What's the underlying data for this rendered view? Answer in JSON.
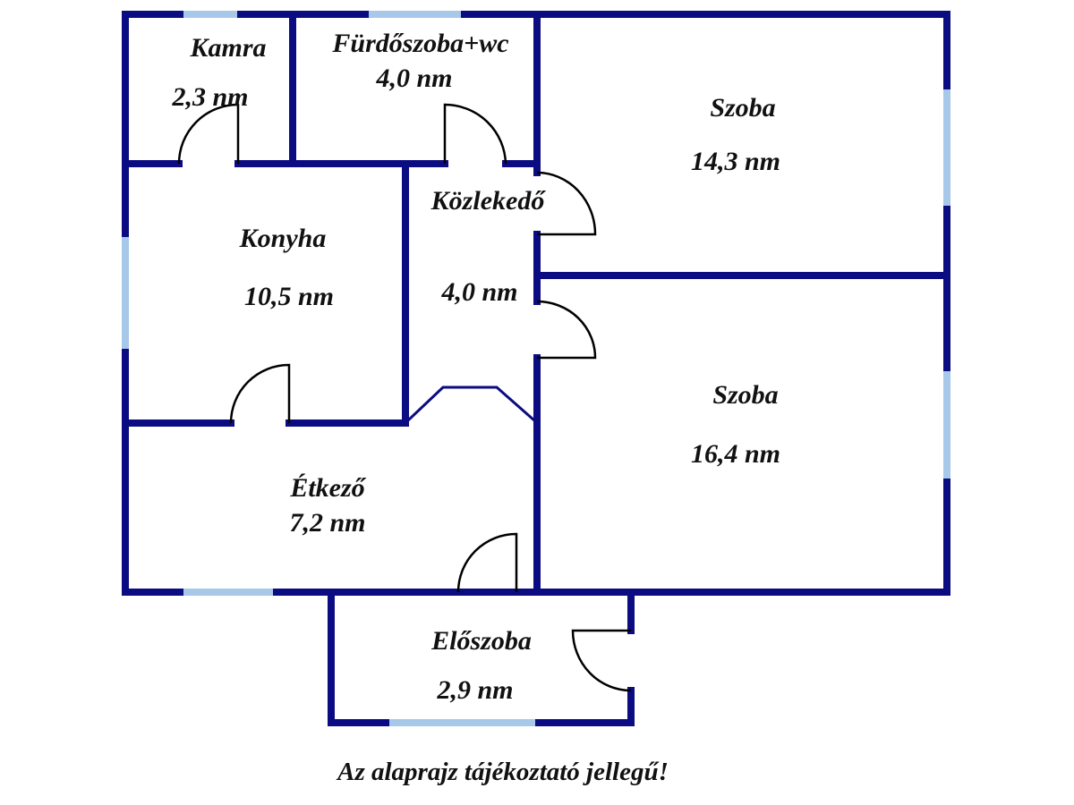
{
  "colors": {
    "wall": "#0c0c82",
    "window": "#a8c8ea",
    "door": "#000000"
  },
  "rooms": [
    {
      "name": "Kamra",
      "area": "2,3 nm"
    },
    {
      "name": "Fürdőszoba+wc",
      "area": "4,0 nm"
    },
    {
      "name": "Szoba",
      "area": "14,3 nm"
    },
    {
      "name": "Konyha",
      "area": "10,5 nm"
    },
    {
      "name": "Közlekedő",
      "area": "4,0 nm"
    },
    {
      "name": "Szoba",
      "area": "16,4 nm"
    },
    {
      "name": "Étkező",
      "area": "7,2 nm"
    },
    {
      "name": "Előszoba",
      "area": "2,9 nm"
    }
  ],
  "note": "Az alaprajz tájékoztató jellegű!"
}
